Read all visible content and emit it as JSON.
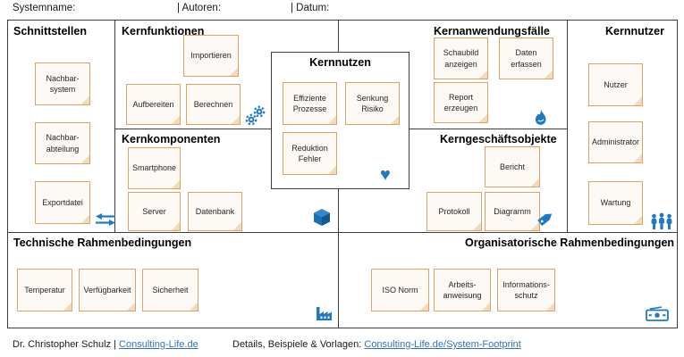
{
  "header": {
    "systemname_label": "Systemname:",
    "autoren_label": "| Autoren:",
    "datum_label": "| Datum:"
  },
  "sections": {
    "schnittstellen": {
      "title": "Schnittstellen",
      "icon": "exchange-arrows",
      "notes": [
        "Nachbar-\nsystem",
        "Nachbar-\nabteilung",
        "Exportdatei"
      ]
    },
    "kernfunktionen": {
      "title": "Kernfunktionen",
      "icon": "gears",
      "notes": [
        "Importieren",
        "Aufbereiten",
        "Berechnen"
      ]
    },
    "kernkomponenten": {
      "title": "Kernkomponenten",
      "icon": "cube",
      "notes": [
        "Smartphone",
        "Server",
        "Datenbank"
      ]
    },
    "kernnutzen": {
      "title": "Kernnutzen",
      "icon": "heart",
      "notes": [
        "Effiziente\nProzesse",
        "Senkung\nRisiko",
        "Reduktion\nFehler"
      ]
    },
    "kernanwendungsfaelle": {
      "title": "Kernanwendungsfälle",
      "icon": "flame",
      "notes": [
        "Schaubild\nanzeigen",
        "Daten\nerfassen",
        "Report\nerzeugen"
      ]
    },
    "kerngeschaeftsobjekte": {
      "title": "Kerngeschäftsobjekte",
      "icon": "tag",
      "notes": [
        "Bericht",
        "Protokoll",
        "Diagramm"
      ]
    },
    "kernnutzer": {
      "title": "Kernnutzer",
      "icon": "people",
      "notes": [
        "Nutzer",
        "Administrator",
        "Wartung"
      ]
    },
    "technische": {
      "title": "Technische Rahmenbedingungen",
      "icon": "factory",
      "notes": [
        "Temperatur",
        "Verfügbarkeit",
        "Sicherheit"
      ]
    },
    "organisatorische": {
      "title": "Organisatorische Rahmenbedingungen",
      "icon": "banknote",
      "notes": [
        "ISO Norm",
        "Arbeits-\nanweisung",
        "Informations-\nschutz"
      ]
    }
  },
  "footer": {
    "author_text": "Dr. Christopher Schulz |",
    "author_link": "Consulting-Life.de",
    "details_text": "Details, Beispiele & Vorlagen:",
    "details_link": "Consulting-Life.de/System-Footprint"
  },
  "colors": {
    "accent_blue": "#1E7AC2",
    "note_border": "#DCA266",
    "section_border": "#3D3D3D",
    "link_blue": "#2E75B6"
  }
}
